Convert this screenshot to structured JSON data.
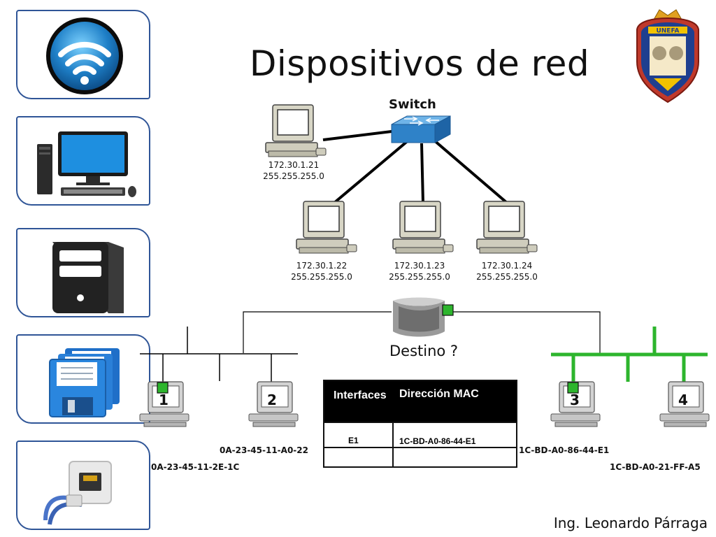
{
  "title": "Dispositivos de red",
  "switch_label": "Switch",
  "hosts": [
    {
      "ip": "172.30.1.21",
      "mask": "255.255.255.0"
    },
    {
      "ip": "172.30.1.22",
      "mask": "255.255.255.0"
    },
    {
      "ip": "172.30.1.23",
      "mask": "255.255.255.0"
    },
    {
      "ip": "172.30.1.24",
      "mask": "255.255.255.0"
    }
  ],
  "destino_label": "Destino ?",
  "lan_pcs": [
    {
      "number": "1",
      "mac": "0A-23-45-11-2E-1C"
    },
    {
      "number": "2",
      "mac": "0A-23-45-11-A0-22"
    },
    {
      "number": "3",
      "mac": "1C-BD-A0-86-44-E1"
    },
    {
      "number": "4",
      "mac": "1C-BD-A0-21-FF-A5"
    }
  ],
  "mac_table": {
    "header_interface": "Interfaces",
    "header_mac": "Dirección MAC",
    "rows": [
      {
        "interface": "E1",
        "mac": "1C-BD-A0-86-44-E1"
      }
    ]
  },
  "author": "Ing. Leonardo Párraga",
  "logo_text": "UNEFA",
  "side_icons": [
    "wifi-icon",
    "desktop-computer-icon",
    "server-tower-icon",
    "floppy-disks-icon",
    "ethernet-port-icon"
  ],
  "colors": {
    "card_border": "#2f5597",
    "switch_blue": "#3b8ad0",
    "green_segment": "#2db52d",
    "table_header": "#000000"
  }
}
